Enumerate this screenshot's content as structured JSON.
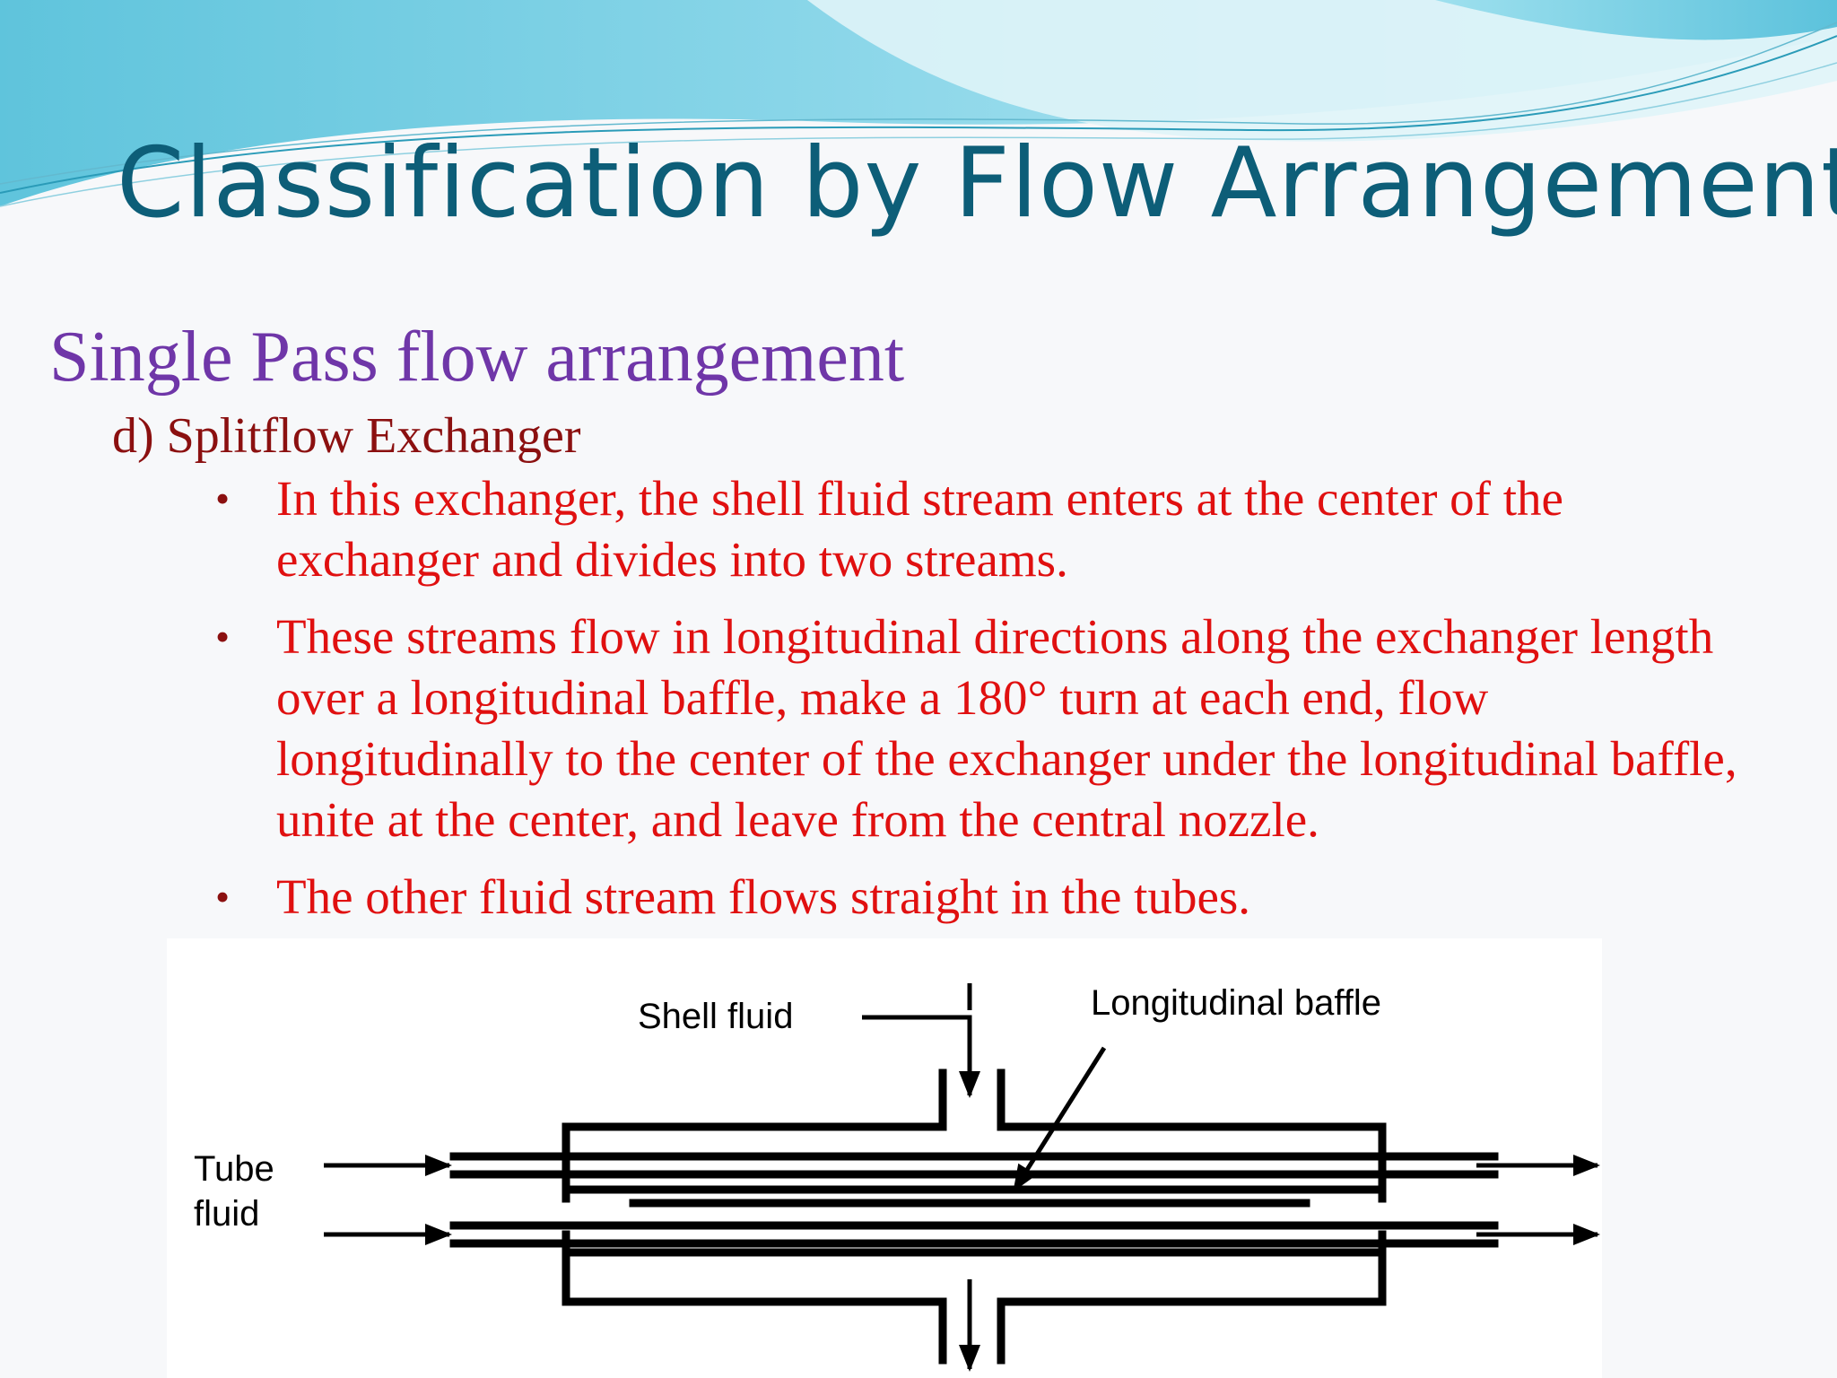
{
  "slide": {
    "title": "Classification by Flow Arrangement",
    "subtitle": "Single Pass flow arrangement",
    "subheading": "d) Splitflow Exchanger",
    "bullets": [
      "In this exchanger, the shell fluid stream enters at the center of the exchanger and divides into two streams.",
      "These streams flow in longitudinal directions along the exchanger length over a longitudinal baffle, make a 180° turn at each end, flow longitudinally to the center of the exchanger under the longitudinal baffle, unite at the center, and leave from the central nozzle.",
      "The other fluid stream flows straight in the tubes."
    ],
    "bullet_glyph": "•"
  },
  "diagram": {
    "labels": {
      "shell_fluid": "Shell fluid",
      "longitudinal_baffle": "Longitudinal baffle",
      "tube_fluid_line1": "Tube",
      "tube_fluid_line2": "fluid"
    }
  },
  "colors": {
    "title": "#0d5e78",
    "subtitle": "#6f36a8",
    "subheading": "#8b1010",
    "bullet_text": "#e01010",
    "wave_light": "#a8e6f0",
    "wave_dark": "#4fb8d6"
  }
}
